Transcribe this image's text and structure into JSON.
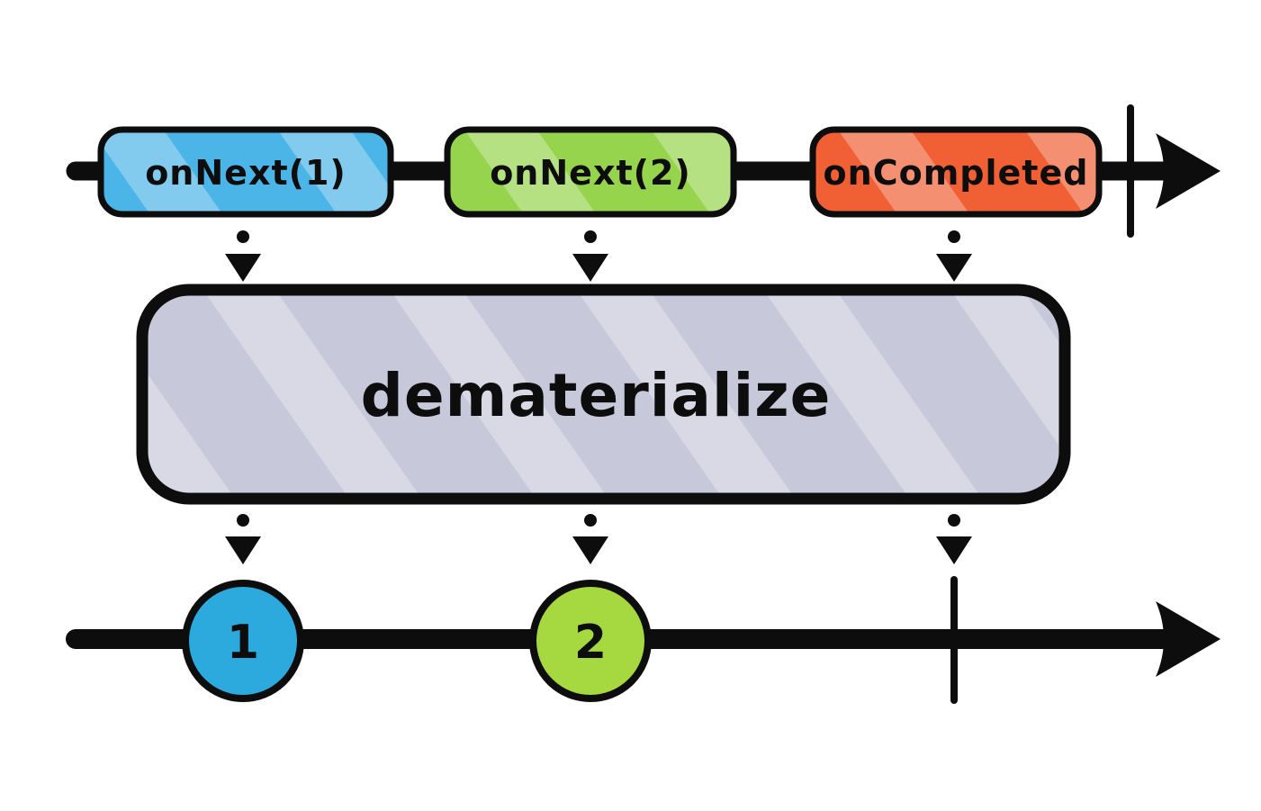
{
  "diagram": {
    "name": "dematerialize marble diagram",
    "source_stream": {
      "events": [
        {
          "label": "onNext(1)",
          "color": "#4cb5e8"
        },
        {
          "label": "onNext(2)",
          "color": "#97d44e"
        },
        {
          "label": "onCompleted",
          "color": "#f15f34"
        }
      ]
    },
    "operator": {
      "label": "dematerialize",
      "fill": "#c7c8da"
    },
    "output_stream": {
      "marbles": [
        {
          "label": "1",
          "color": "#2caade"
        },
        {
          "label": "2",
          "color": "#a5d93f"
        }
      ]
    },
    "colors": {
      "stroke": "#0d0d0d"
    }
  }
}
